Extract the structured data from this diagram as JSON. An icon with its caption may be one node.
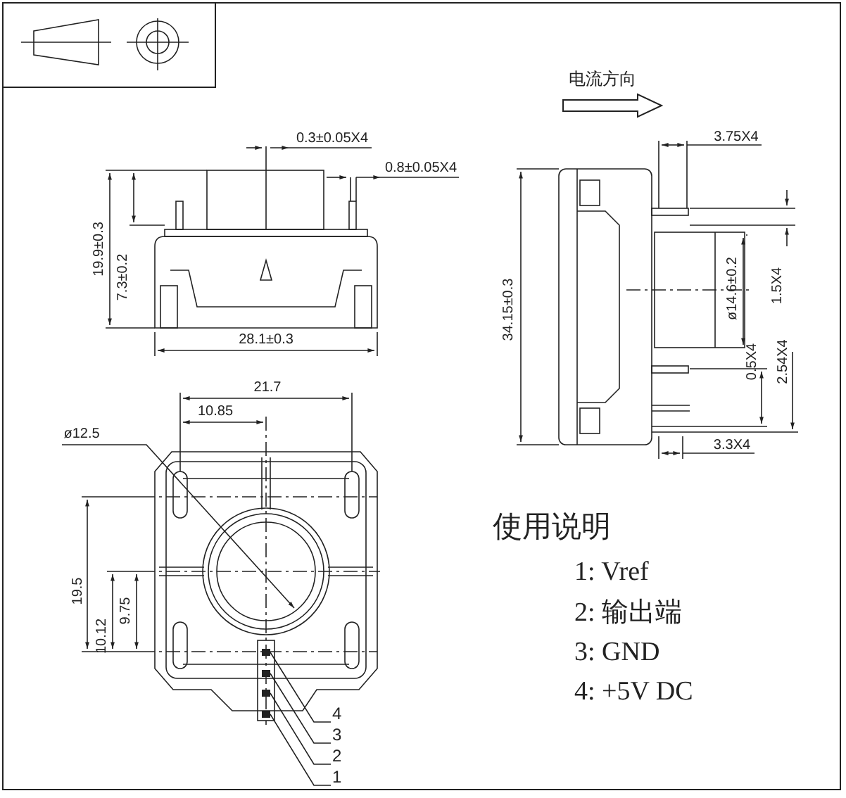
{
  "diagram": {
    "nodes": [
      {
        "text": [
          "4"
        ]
      },
      {
        "text": [
          "3"
        ]
      },
      {
        "text": [
          "2"
        ]
      },
      {
        "text": [
          "1"
        ]
      },
      {
        "text": [],
        "shape": "bar"
      },
      {
        "text": [],
        "shape": "bar"
      },
      {
        "text": [],
        "shape": "bar"
      },
      {
        "text": [],
        "shape": "bar"
      }
    ],
    "edges": [
      {
        "from": 0,
        "to": 4,
        "arrow": "none"
      },
      {
        "from": 1,
        "to": 5,
        "arrow": "none"
      },
      {
        "from": 2,
        "to": 6,
        "arrow": "none"
      },
      {
        "from": 3,
        "to": 7,
        "arrow": "none"
      }
    ],
    "labels": [
      "0.3±0.05X4",
      "0.8±0.05X4",
      "19.9±0.3",
      "7.3±0.2",
      "28.1±0.3",
      "电流方向",
      "3.75X4",
      "34.15±0.3",
      "ø14.6±0.2",
      "1.5X4",
      "0.5X4",
      "2.54X4",
      "3.3X4",
      "21.7",
      "10.85",
      "ø12.5",
      "19.5",
      "10.12",
      "9.75",
      "使用说明",
      "1: Vref",
      "2: 输出端",
      "3: GND",
      "4: +5V DC"
    ]
  }
}
